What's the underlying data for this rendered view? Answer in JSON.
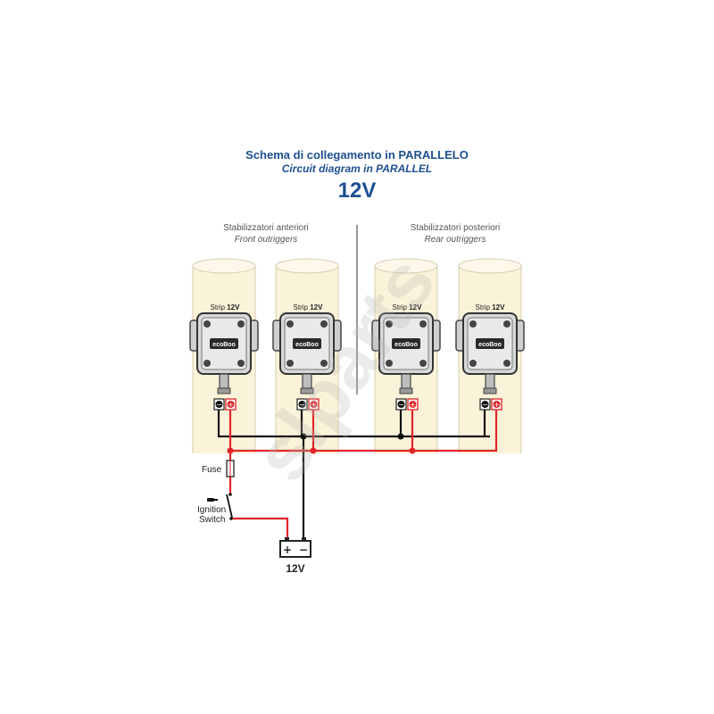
{
  "header": {
    "title_it": "Schema di collegamento in PARALLELO",
    "title_en": "Circuit diagram in PARALLEL",
    "voltage": "12V"
  },
  "sections": {
    "front": {
      "it": "Stabilizzatori anteriori",
      "en": "Front outriggers"
    },
    "rear": {
      "it": "Stabilizzatori posteriori",
      "en": "Rear outriggers"
    }
  },
  "strip": {
    "label": "Strip",
    "voltage": "12V",
    "brand": "ecoBoo"
  },
  "terminals": {
    "negative": "−",
    "positive": "+"
  },
  "components": {
    "fuse": "Fuse",
    "ignition_line1": "Ignition",
    "ignition_line2": "Switch",
    "battery_plus": "+",
    "battery_minus": "−",
    "battery_voltage": "12V"
  },
  "watermark": "slparts",
  "colors": {
    "title": "#1d4f91",
    "positive_wire": "#e0262b",
    "negative_wire": "#111111",
    "outrigger_fill": "#fbf3d9"
  }
}
